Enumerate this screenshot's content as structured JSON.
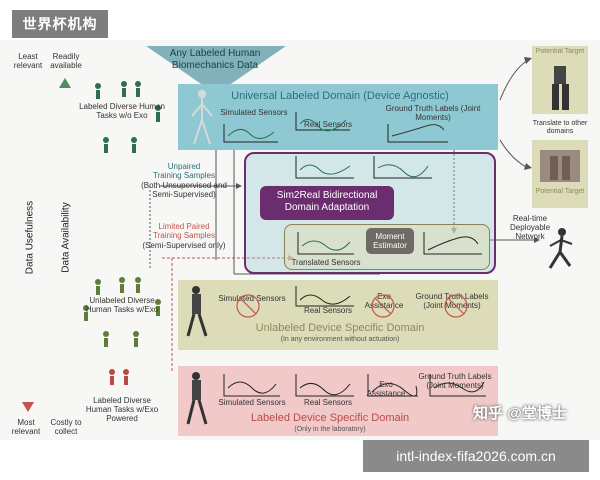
{
  "watermark_badge": "世界杯机构",
  "watermark_corner": "知乎 @堂博士",
  "url_banner": "intl-index-fifa2026.com.cn",
  "left_axes": {
    "usefulness_top": "Least relevant",
    "usefulness_bottom": "Most relevant",
    "usefulness_label": "Data Usefulness",
    "availability_top": "Readily available",
    "availability_bottom": "Costly to collect",
    "availability_label": "Data Availability"
  },
  "datasets": {
    "top_label": "Labeled Diverse Human Tasks w/o Exo",
    "mid_label": "Unlabeled Diverse Human Tasks w/Exo",
    "bot_label": "Labeled Diverse Human Tasks w/Exo Powered"
  },
  "funnel": "Any Labeled Human Biomechanics Data",
  "universal": {
    "title": "Universal Labeled Domain (Device Agnostic)",
    "simulated": "Simulated Sensors",
    "real": "Real Sensors",
    "ground_truth": "Ground Truth Labels (Joint Moments)"
  },
  "unpaired": {
    "line1": "Unpaired",
    "line2": "Training Samples",
    "line3": "(Both Unsupervised and Semi-Supervised)"
  },
  "limited": {
    "line1": "Limited Paired",
    "line2": "Training Samples",
    "line3": "(Semi-Supervised only)"
  },
  "sim2real": "Sim2Real Bidirectional Domain Adaptation",
  "moment_estimator": "Moment Estimator",
  "translated": "Translated Sensors",
  "realtime": "Real-time Deployable Network",
  "targets": {
    "top": "Potential Target",
    "mid": "Translate to other domains",
    "bot": "Potential Target"
  },
  "unlabeled": {
    "simulated": "Simulated Sensors",
    "real": "Real Sensors",
    "exo": "Exo Assistance",
    "ground_truth": "Ground Truth Labels (Joint Moments)",
    "title": "Unlabeled Device Specific Domain",
    "subtitle": "(In any environment without actuation)"
  },
  "labeled_specific": {
    "simulated": "Simulated Sensors",
    "real": "Real Sensors",
    "exo": "Exo Assistance",
    "ground_truth": "Ground Truth Labels (Joint Moments)",
    "title": "Labeled Device Specific Domain",
    "subtitle": "(Only in the laboratory)"
  },
  "colors": {
    "teal_panel": "#8ec9d3",
    "olive_panel": "#dcdcb8",
    "pink_panel": "#f1c9c9",
    "purple": "#6b2d6e",
    "gray_box": "#6f6a63"
  }
}
